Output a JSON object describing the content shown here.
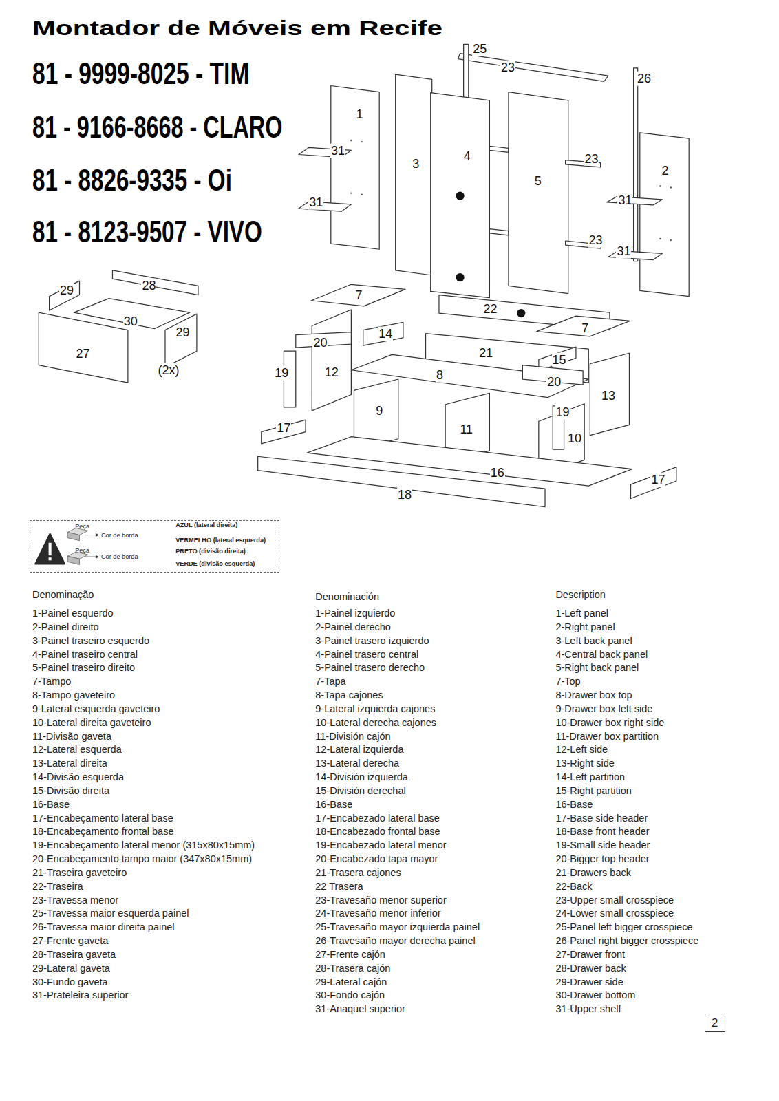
{
  "diagram": {
    "title": "Montador de Móveis em Recife",
    "nodes": [
      {
        "text": [
          "Peça",
          "Cor de borda",
          "Peça",
          "Cor de borda",
          "AZUL (lateral direita)",
          "VERMELHO (lateral esquerda)",
          "PRETO (divisão direita)",
          "VERDE (divisão esquerda)"
        ]
      },
      {
        "text": [
          "2"
        ]
      }
    ],
    "labels": [
      "81 - 9999-8025 - TIM",
      "81 - 9166-8668 - CLARO",
      "81 - 8826-9335 - Oi",
      "81 - 8123-9507 - VIVO",
      "25",
      "23",
      "26",
      "1",
      "31",
      "3",
      "4",
      "23",
      "2",
      "5",
      "31",
      "31",
      "23",
      "31",
      "28",
      "29",
      "7",
      "30",
      "29",
      "22",
      "14",
      "7",
      "27",
      "(2x)",
      "20",
      "21",
      "19",
      "12",
      "15",
      "8",
      "20",
      "13",
      "19",
      "9",
      "11",
      "10",
      "17",
      "16",
      "17",
      "18",
      "Denominação",
      "1-Painel esquerdo",
      "2-Painel direito",
      "3-Painel traseiro esquerdo",
      "4-Painel traseiro central",
      "5-Painel traseiro direito",
      "7-Tampo",
      "8-Tampo gaveteiro",
      "9-Lateral esquerda gaveteiro",
      "10-Lateral direita gaveteiro",
      "11-Divisão gaveta",
      "12-Lateral esquerda",
      "13-Lateral direita",
      "14-Divisão esquerda",
      "15-Divisão direita",
      "16-Base",
      "17-Encabeçamento lateral base",
      "18-Encabeçamento frontal base",
      "19-Encabeçamento lateral menor (315x80x15mm)",
      "20-Encabeçamento tampo maior (347x80x15mm)",
      "21-Traseira gaveteiro",
      "22-Traseira",
      "23-Travessa menor",
      "25-Travessa maior esquerda painel",
      "26-Travessa maior direita painel",
      "27-Frente gaveta",
      "28-Traseira gaveta",
      "29-Lateral gaveta",
      "30-Fundo gaveta",
      "31-Prateleira superior",
      "Denominación",
      "1-Painel izquierdo",
      "2-Painel derecho",
      "3-Painel trasero izquierdo",
      "4-Painel trasero central",
      "5-Painel trasero derecho",
      "7-Tapa",
      "8-Tapa cajones",
      "9-Lateral izquierda cajones",
      "10-Lateral derecha cajones",
      "11-División cajón",
      "12-Lateral izquierda",
      "13-Lateral derecha",
      "14-División izquierda",
      "15-División derechal",
      "16-Base",
      "17-Encabezado lateral base",
      "18-Encabezado frontal base",
      "19-Encabezado lateral menor",
      "20-Encabezado tapa mayor",
      "21-Trasera cajones",
      "22 Trasera",
      "23-Travesaño menor superior",
      "24-Travesaño menor inferior",
      "25-Travesaño mayor izquierda painel",
      "26-Travesaño mayor derecha painel",
      "27-Frente cajón",
      "28-Trasera cajón",
      "29-Lateral cajón",
      "30-Fondo cajón",
      "31-Anaquel superior",
      "Description",
      "1-Left panel",
      "2-Right panel",
      "3-Left back panel",
      "4-Central back panel",
      "5-Right back panel",
      "7-Top",
      "8-Drawer box top",
      "9-Drawer box left side",
      "10-Drawer box right side",
      "11-Drawer box partition",
      "12-Left side",
      "13-Right side",
      "14-Left partition",
      "15-Right partition",
      "16-Base",
      "17-Base side header",
      "18-Base front header",
      "19-Small side header",
      "20-Bigger top header",
      "21-Drawers back",
      "22-Back",
      "23-Upper small crosspiece",
      "24-Lower small crosspiece",
      "25-Panel left bigger crosspiece",
      "26-Panel right bigger crosspiece",
      "27-Drawer front",
      "28-Drawer back",
      "29-Drawer side",
      "30-Drawer bottom",
      "31-Upper shelf"
    ]
  }
}
